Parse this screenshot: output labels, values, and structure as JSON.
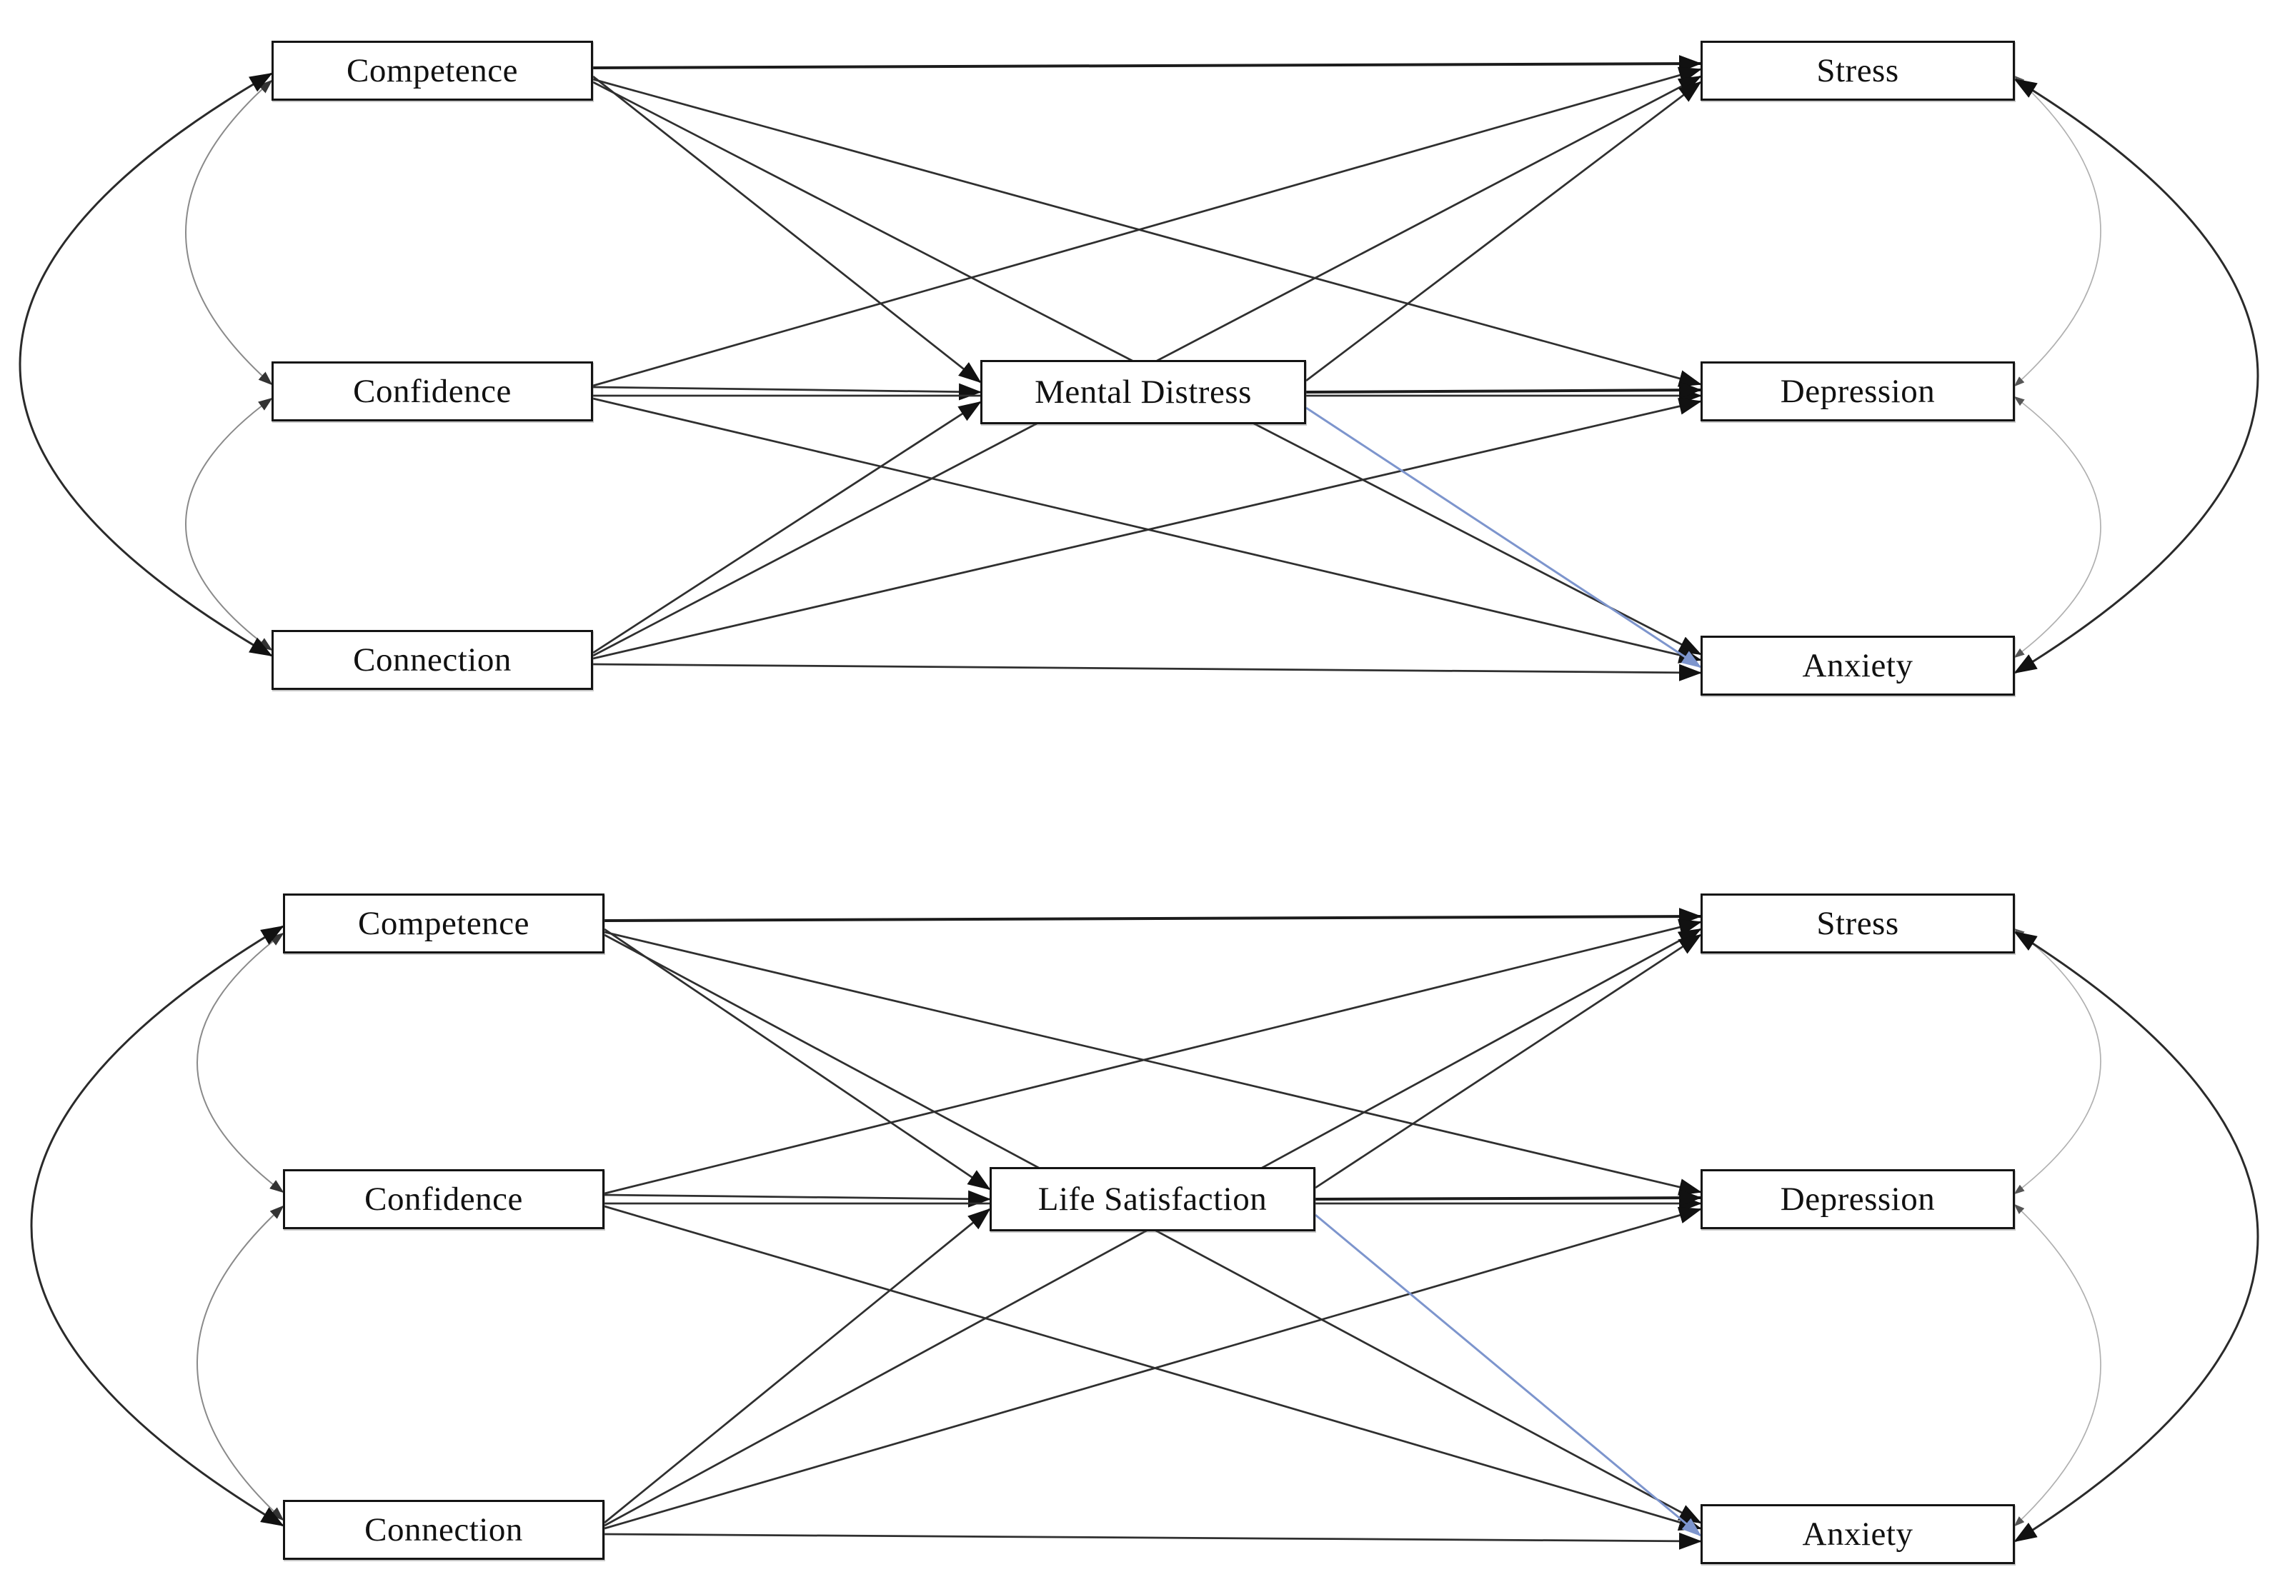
{
  "figure": {
    "description_labels_only": "Two path model diagrams",
    "colors": {
      "edge": "#2f2f2f",
      "edge_strong": "#1c1c1c",
      "covariance_inner_left": "#8a8a8a",
      "covariance_inner_right": "#b0b0b0",
      "covariance_outer": "#2a2a2a",
      "highlight_blue": "#7d95cd",
      "box_border": "#141414",
      "background": "#ffffff",
      "text": "#111111"
    }
  },
  "diagrams": [
    {
      "name": "model-1",
      "nodes": {
        "competence": "Competence",
        "confidence": "Confidence",
        "connection": "Connection",
        "mediator": "Mental Distress",
        "stress": "Stress",
        "depression": "Depression",
        "anxiety": "Anxiety"
      },
      "edges": [
        {
          "from": "competence",
          "to": "stress",
          "type": "direct",
          "emphasis": "strong"
        },
        {
          "from": "competence",
          "to": "mediator",
          "type": "direct",
          "emphasis": "normal"
        },
        {
          "from": "competence",
          "to": "depression",
          "type": "direct",
          "emphasis": "normal"
        },
        {
          "from": "competence",
          "to": "anxiety",
          "type": "direct",
          "emphasis": "normal"
        },
        {
          "from": "confidence",
          "to": "mediator",
          "type": "direct",
          "emphasis": "normal"
        },
        {
          "from": "confidence",
          "to": "stress",
          "type": "direct",
          "emphasis": "normal"
        },
        {
          "from": "confidence",
          "to": "depression",
          "type": "direct",
          "emphasis": "normal"
        },
        {
          "from": "confidence",
          "to": "anxiety",
          "type": "direct",
          "emphasis": "normal"
        },
        {
          "from": "connection",
          "to": "mediator",
          "type": "direct",
          "emphasis": "normal"
        },
        {
          "from": "connection",
          "to": "stress",
          "type": "direct",
          "emphasis": "normal"
        },
        {
          "from": "connection",
          "to": "depression",
          "type": "direct",
          "emphasis": "normal"
        },
        {
          "from": "connection",
          "to": "anxiety",
          "type": "direct",
          "emphasis": "normal"
        },
        {
          "from": "mediator",
          "to": "stress",
          "type": "direct",
          "emphasis": "normal"
        },
        {
          "from": "mediator",
          "to": "depression",
          "type": "direct",
          "emphasis": "strong"
        },
        {
          "from": "mediator",
          "to": "anxiety",
          "type": "direct",
          "emphasis": "highlight"
        },
        {
          "from": "competence",
          "to": "confidence",
          "type": "covariance",
          "arc": "inner"
        },
        {
          "from": "confidence",
          "to": "connection",
          "type": "covariance",
          "arc": "inner"
        },
        {
          "from": "competence",
          "to": "connection",
          "type": "covariance",
          "arc": "outer"
        },
        {
          "from": "stress",
          "to": "depression",
          "type": "covariance",
          "arc": "inner"
        },
        {
          "from": "depression",
          "to": "anxiety",
          "type": "covariance",
          "arc": "inner"
        },
        {
          "from": "stress",
          "to": "anxiety",
          "type": "covariance",
          "arc": "outer"
        }
      ]
    },
    {
      "name": "model-2",
      "nodes": {
        "competence": "Competence",
        "confidence": "Confidence",
        "connection": "Connection",
        "mediator": "Life Satisfaction",
        "stress": "Stress",
        "depression": "Depression",
        "anxiety": "Anxiety"
      },
      "edges": [
        {
          "from": "competence",
          "to": "stress",
          "type": "direct",
          "emphasis": "strong"
        },
        {
          "from": "competence",
          "to": "mediator",
          "type": "direct",
          "emphasis": "normal"
        },
        {
          "from": "competence",
          "to": "depression",
          "type": "direct",
          "emphasis": "normal"
        },
        {
          "from": "competence",
          "to": "anxiety",
          "type": "direct",
          "emphasis": "normal"
        },
        {
          "from": "confidence",
          "to": "mediator",
          "type": "direct",
          "emphasis": "normal"
        },
        {
          "from": "confidence",
          "to": "stress",
          "type": "direct",
          "emphasis": "normal"
        },
        {
          "from": "confidence",
          "to": "depression",
          "type": "direct",
          "emphasis": "normal"
        },
        {
          "from": "confidence",
          "to": "anxiety",
          "type": "direct",
          "emphasis": "normal"
        },
        {
          "from": "connection",
          "to": "mediator",
          "type": "direct",
          "emphasis": "normal"
        },
        {
          "from": "connection",
          "to": "stress",
          "type": "direct",
          "emphasis": "normal"
        },
        {
          "from": "connection",
          "to": "depression",
          "type": "direct",
          "emphasis": "normal"
        },
        {
          "from": "connection",
          "to": "anxiety",
          "type": "direct",
          "emphasis": "normal"
        },
        {
          "from": "mediator",
          "to": "stress",
          "type": "direct",
          "emphasis": "normal"
        },
        {
          "from": "mediator",
          "to": "depression",
          "type": "direct",
          "emphasis": "strong"
        },
        {
          "from": "mediator",
          "to": "anxiety",
          "type": "direct",
          "emphasis": "highlight"
        },
        {
          "from": "competence",
          "to": "confidence",
          "type": "covariance",
          "arc": "inner"
        },
        {
          "from": "confidence",
          "to": "connection",
          "type": "covariance",
          "arc": "inner"
        },
        {
          "from": "competence",
          "to": "connection",
          "type": "covariance",
          "arc": "outer"
        },
        {
          "from": "stress",
          "to": "depression",
          "type": "covariance",
          "arc": "inner"
        },
        {
          "from": "depression",
          "to": "anxiety",
          "type": "covariance",
          "arc": "inner"
        },
        {
          "from": "stress",
          "to": "anxiety",
          "type": "covariance",
          "arc": "outer"
        }
      ]
    }
  ]
}
